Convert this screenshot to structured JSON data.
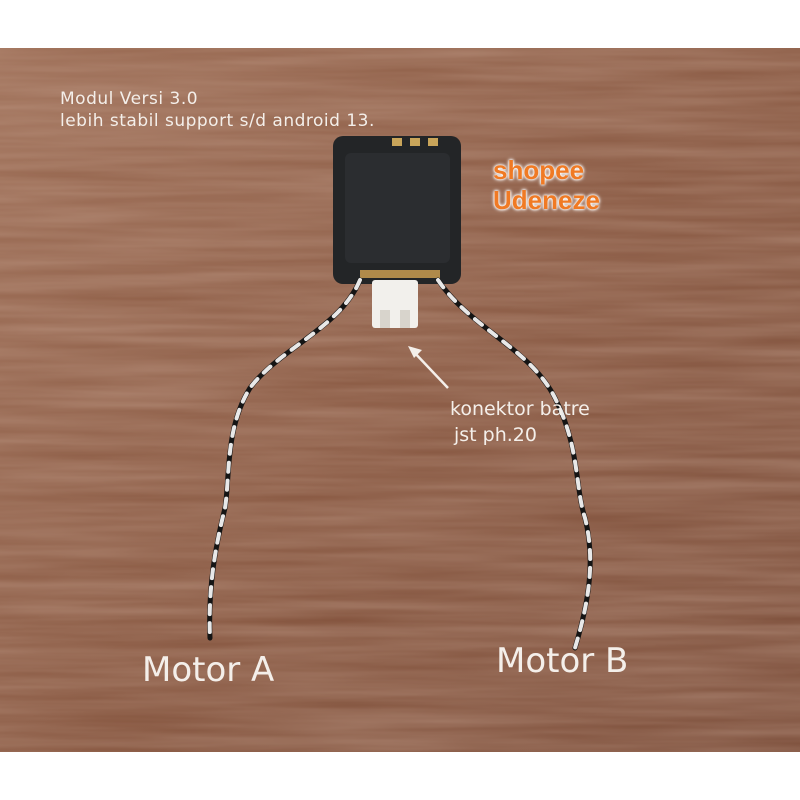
{
  "overlay": {
    "version_line1": "Modul Versi 3.0",
    "version_line2": "lebih stabil support s/d android 13.",
    "brand_line1": "shopee",
    "brand_line2": "Udeneze",
    "connector_line1": "konektor batre",
    "connector_line2": "jst ph.20",
    "motor_a": "Motor A",
    "motor_b": "Motor B"
  },
  "colors": {
    "wood": "#8a5a42",
    "brand": "#f07a24",
    "module": "#232527"
  }
}
